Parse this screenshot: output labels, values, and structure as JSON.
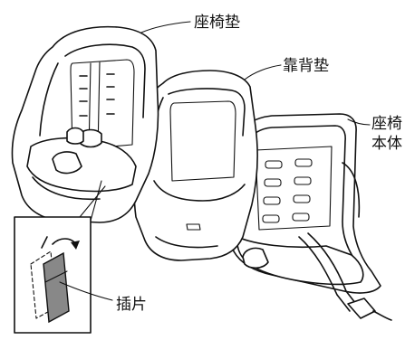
{
  "labels": {
    "seat_pad": "座椅垫",
    "backrest_pad": "靠背垫",
    "seat_body_line1": "座椅",
    "seat_body_line2": "本体",
    "insert_tab": "插片"
  },
  "colors": {
    "line": "#111111",
    "background": "#ffffff",
    "tab_shading": "#888888"
  }
}
